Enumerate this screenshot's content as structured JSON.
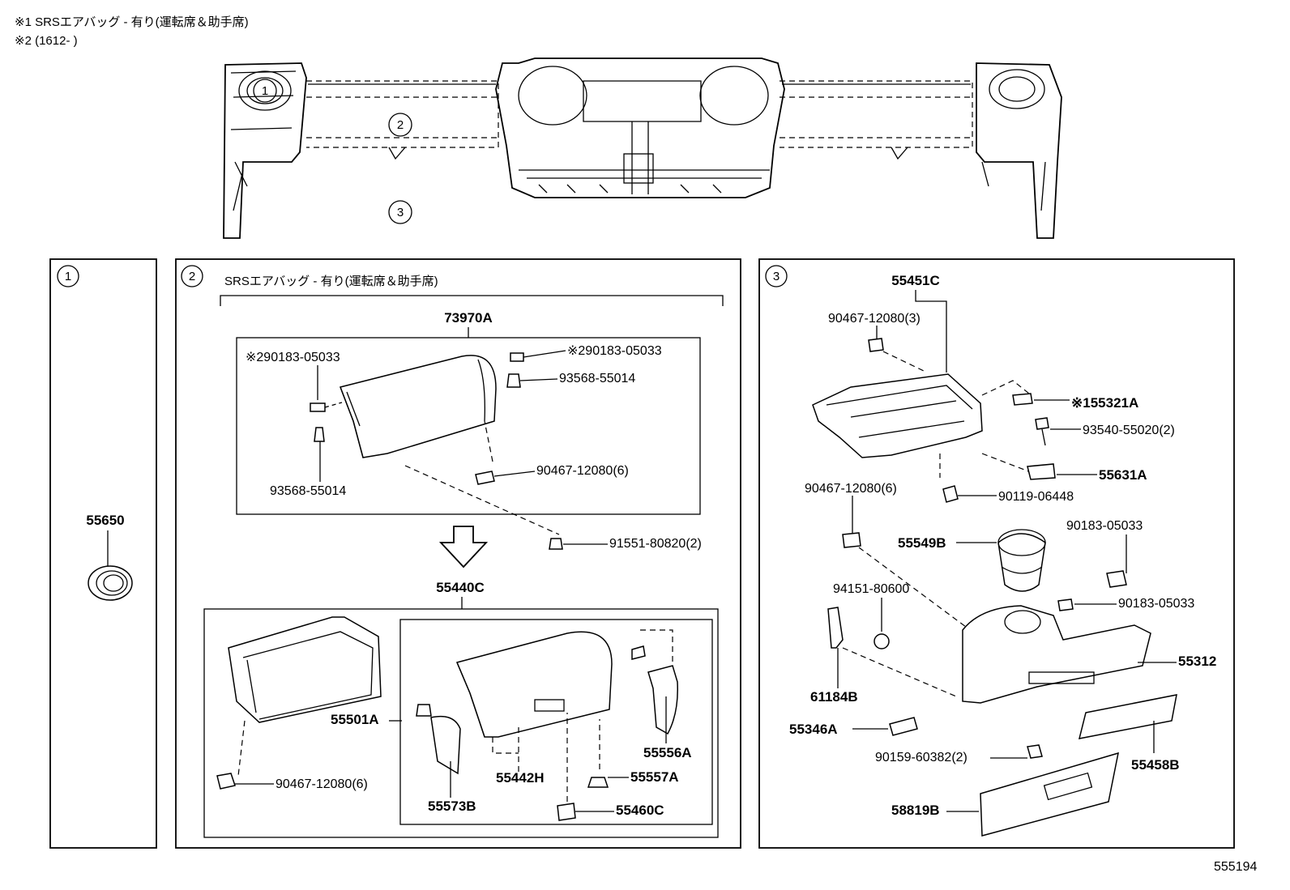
{
  "notes": {
    "note1": "※1  SRSエアバッグ - 有り(運転席＆助手席)",
    "note2": "※2 (1612-        )"
  },
  "top_callouts": {
    "c1": "1",
    "c2": "2",
    "c3": "3"
  },
  "panel1": {
    "marker": "1",
    "part": "55650"
  },
  "panel2": {
    "marker": "2",
    "condition": "SRSエアバッグ - 有り(運転席＆助手席)",
    "assembly_upper": "73970A",
    "p_90183_left": "※290183-05033",
    "p_90183_right": "※290183-05033",
    "p_93568_right": "93568-55014",
    "p_93568_left": "93568-55014",
    "p_90467_6": "90467-12080(6)",
    "p_91551": "91551-80820(2)",
    "assembly_lower": "55440C",
    "p_55501A": "55501A",
    "p_90467_6b": "90467-12080(6)",
    "p_55442H": "55442H",
    "p_55573B": "55573B",
    "p_55556A": "55556A",
    "p_55557A": "55557A",
    "p_55460C": "55460C"
  },
  "panel3": {
    "marker": "3",
    "p_55451C": "55451C",
    "p_90467_3": "90467-12080(3)",
    "p_55321A": "※155321A",
    "p_93540": "93540-55020(2)",
    "p_55631A": "55631A",
    "p_90467_6": "90467-12080(6)",
    "p_90119": "90119-06448",
    "p_55549B": "55549B",
    "p_90183_a": "90183-05033",
    "p_90183_b": "90183-05033",
    "p_94151": "94151-80600",
    "p_55312": "55312",
    "p_61184B": "61184B",
    "p_55346A": "55346A",
    "p_90159": "90159-60382(2)",
    "p_55458B": "55458B",
    "p_58819B": "58819B"
  },
  "diagram_id": "555194"
}
